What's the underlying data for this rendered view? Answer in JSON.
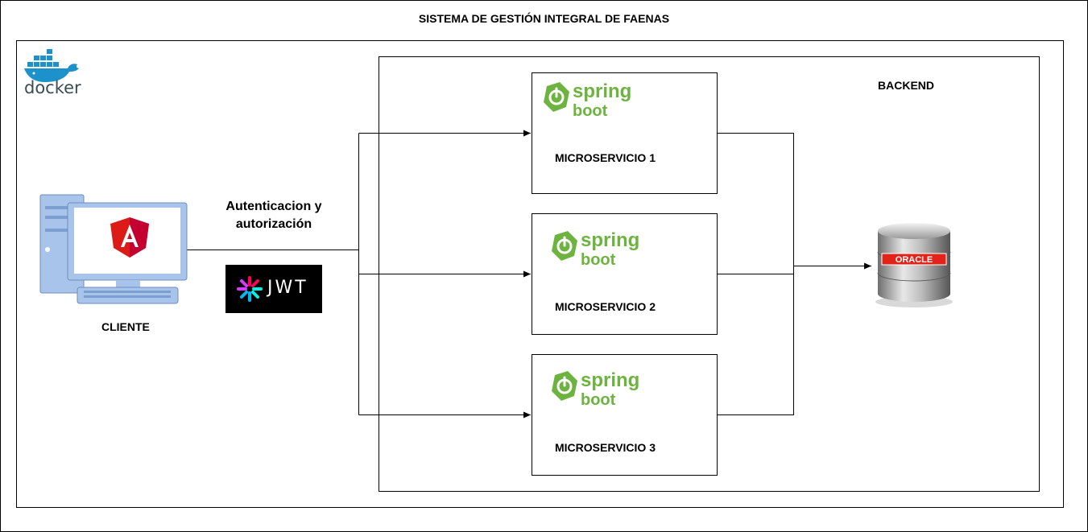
{
  "title": "SISTEMA DE GESTIÓN INTEGRAL DE FAENAS",
  "docker_logo": "docker",
  "client": {
    "label": "CLIENTE",
    "icon": "computer-angular-icon"
  },
  "auth": {
    "label_line1": "Autenticacion y",
    "label_line2": "autorización",
    "jwt_logo": "JWT"
  },
  "backend": {
    "label": "BACKEND",
    "microservices": [
      {
        "label": "MICROSERVICIO 1",
        "logo_word1": "spring",
        "logo_word2": "boot"
      },
      {
        "label": "MICROSERVICIO 2",
        "logo_word1": "spring",
        "logo_word2": "boot"
      },
      {
        "label": "MICROSERVICIO 3",
        "logo_word1": "spring",
        "logo_word2": "boot"
      }
    ]
  },
  "database": {
    "label": "ORACLE",
    "icon": "database-icon"
  },
  "colors": {
    "spring_green": "#6db33f",
    "docker_blue": "#1d91c9",
    "angular_red": "#dd1b16",
    "monitor_blue": "#a9c4eb",
    "oracle_red": "#e2231a"
  }
}
